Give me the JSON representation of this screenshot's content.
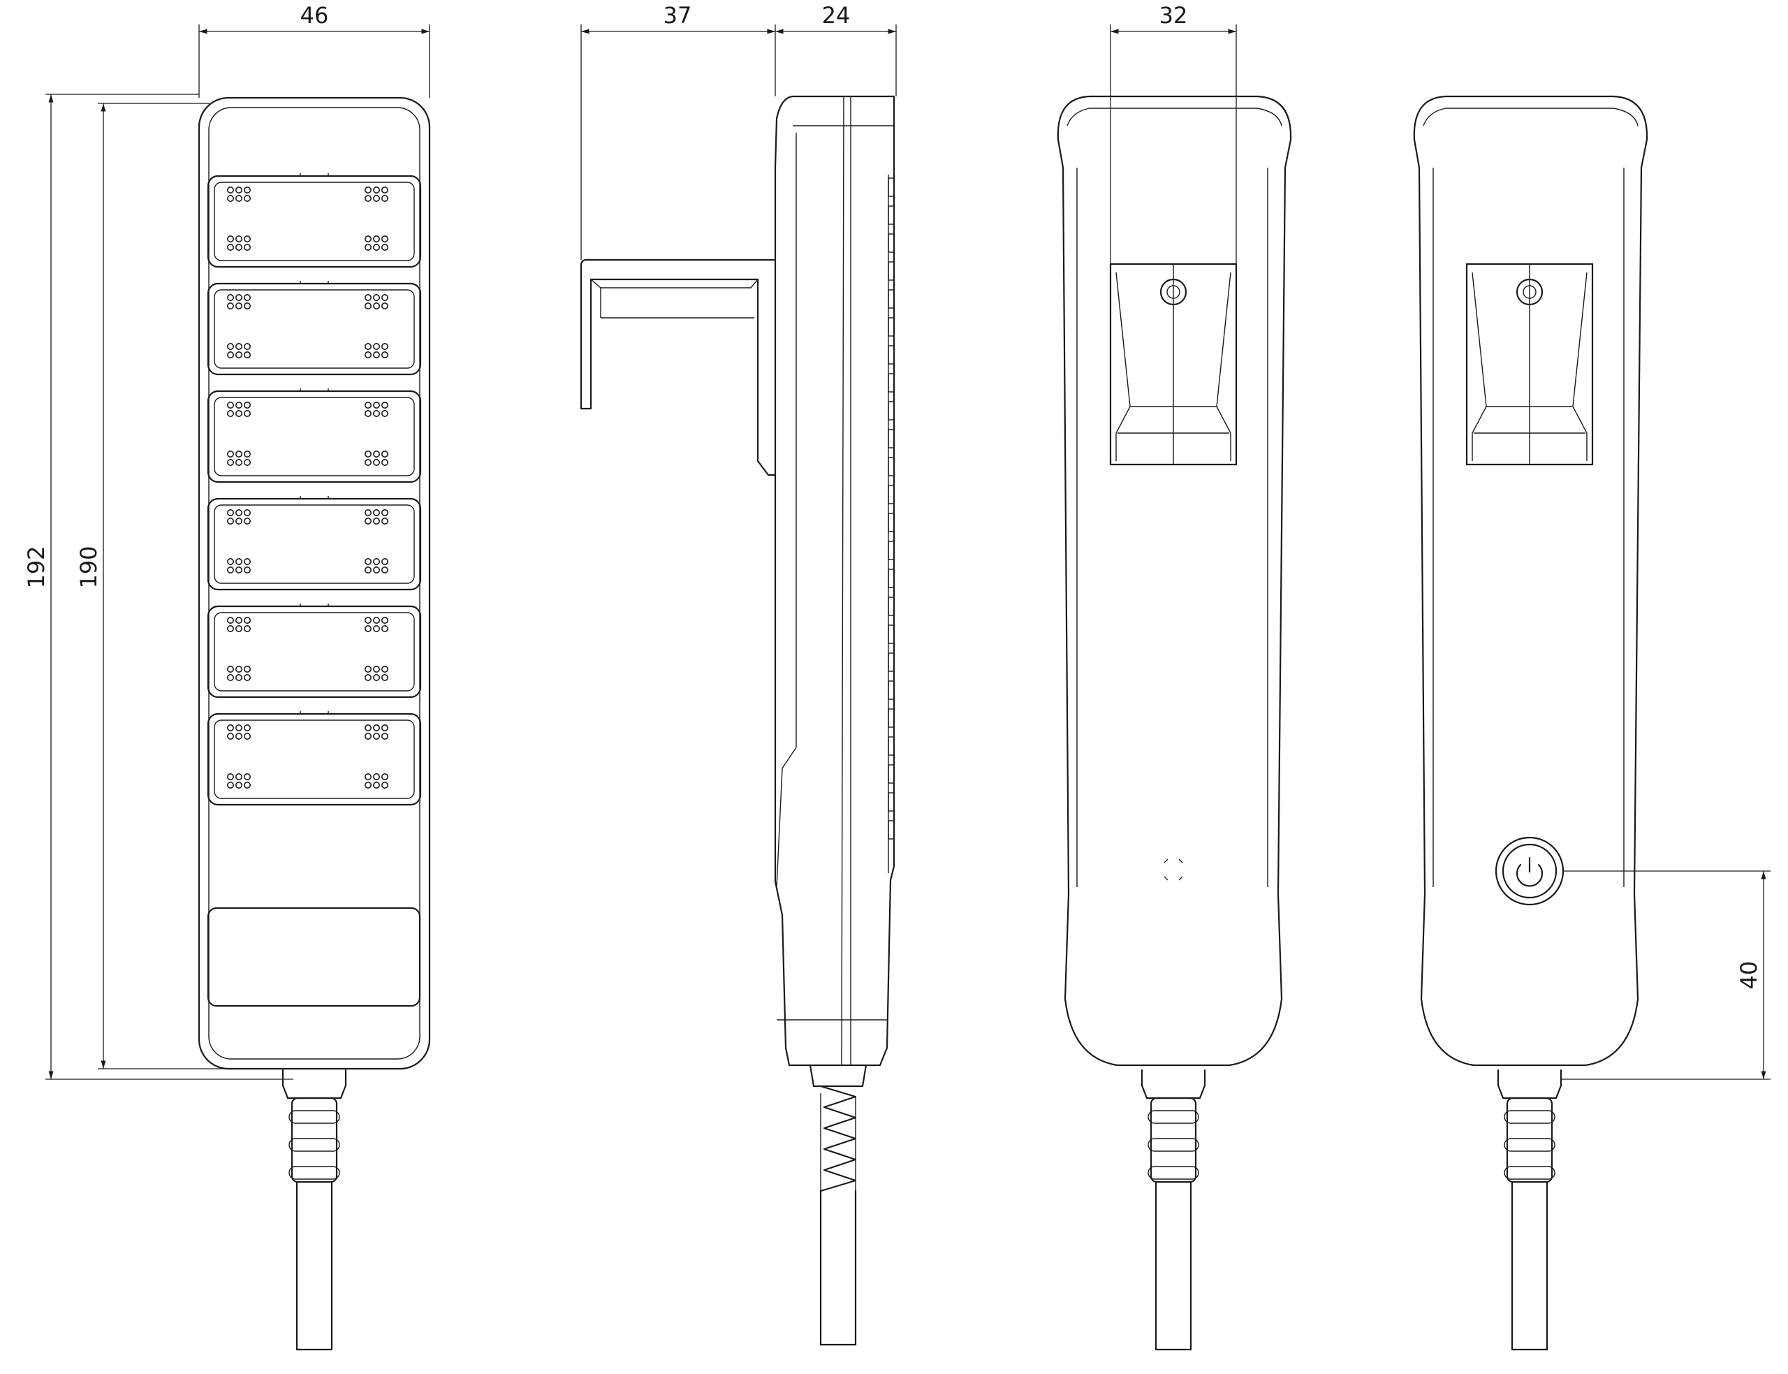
{
  "dimensions": {
    "front_width": "46",
    "clip_depth": "37",
    "body_depth": "24",
    "clip_width": "32",
    "overall_height": "192",
    "body_height": "190",
    "button_offset": "40"
  },
  "views": {
    "front": {
      "button_count": 6,
      "has_label_window": true
    },
    "side": {
      "has_clip": true
    },
    "back_clip": {
      "has_clip": true
    },
    "back_power": {
      "has_power_button": true,
      "icon": "power-icon"
    }
  }
}
